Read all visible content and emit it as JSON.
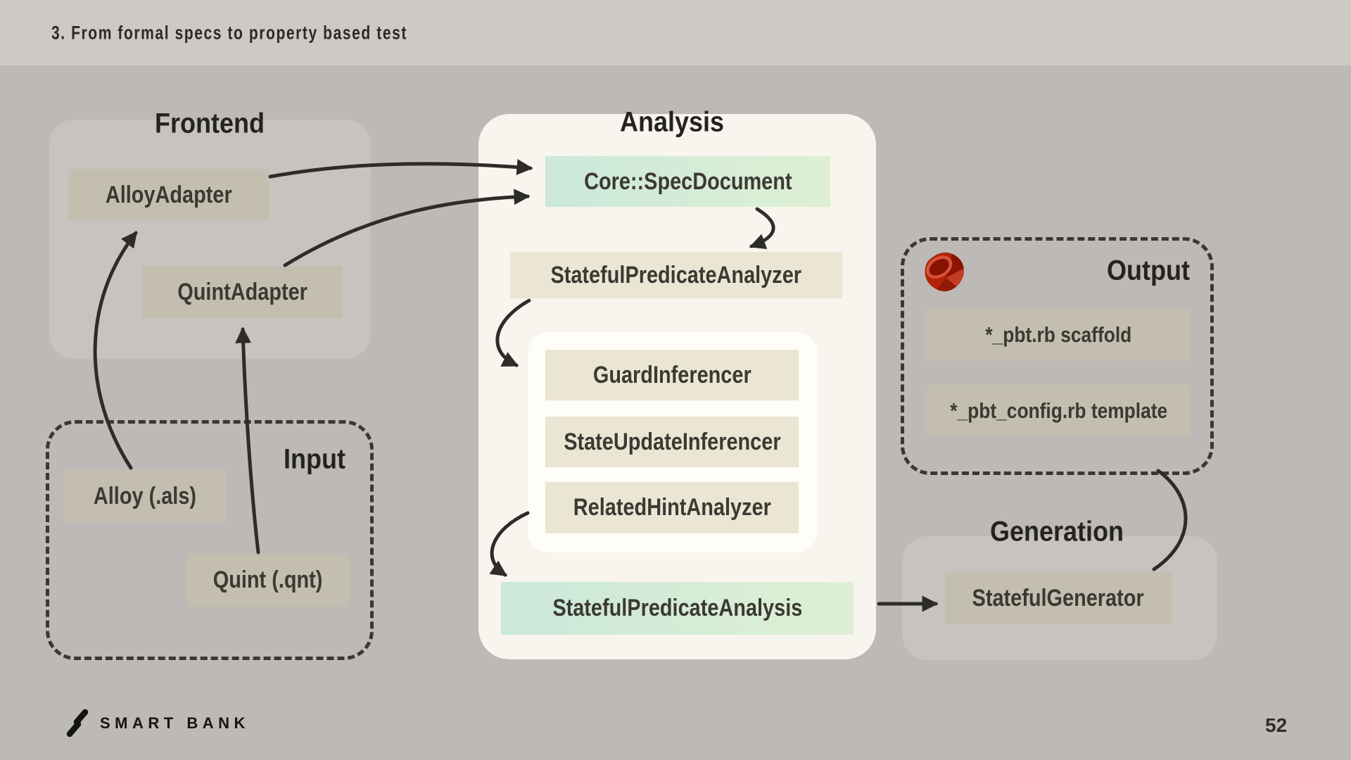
{
  "header": {
    "title": "3. From formal specs to property based test"
  },
  "frontend": {
    "title": "Frontend",
    "nodes": [
      {
        "label": "AlloyAdapter"
      },
      {
        "label": "QuintAdapter"
      }
    ]
  },
  "input": {
    "title": "Input",
    "nodes": [
      {
        "label": "Alloy (.als)"
      },
      {
        "label": "Quint (.qnt)"
      }
    ]
  },
  "analysis": {
    "title": "Analysis",
    "nodes": [
      {
        "label": "Core::SpecDocument"
      },
      {
        "label": "StatefulPredicateAnalyzer"
      },
      {
        "label": "GuardInferencer"
      },
      {
        "label": "StateUpdateInferencer"
      },
      {
        "label": "RelatedHintAnalyzer"
      },
      {
        "label": "StatefulPredicateAnalysis"
      }
    ]
  },
  "output": {
    "title": "Output",
    "nodes": [
      {
        "label": "*_pbt.rb scaffold"
      },
      {
        "label": "*_pbt_config.rb template"
      }
    ]
  },
  "generation": {
    "title": "Generation",
    "nodes": [
      {
        "label": "StatefulGenerator"
      }
    ]
  },
  "footer": {
    "brand": "SMART BANK",
    "page": "52"
  },
  "icons": {
    "ruby": "ruby-gem-icon",
    "brand_mark": "smartbank-slash-logo"
  },
  "colors": {
    "background": "#bcb9b6",
    "topbar": "#cdcac5",
    "soft_panel": "#c7c4c0",
    "cream_panel": "#f8f5ee",
    "tan_node": "#c4beb0",
    "beige_node": "#ebe5d3",
    "mint_node_start": "#cbe8da",
    "mint_node_end": "#def0d3",
    "arrow": "#2d2c2a",
    "ruby_red": "#b12408"
  }
}
